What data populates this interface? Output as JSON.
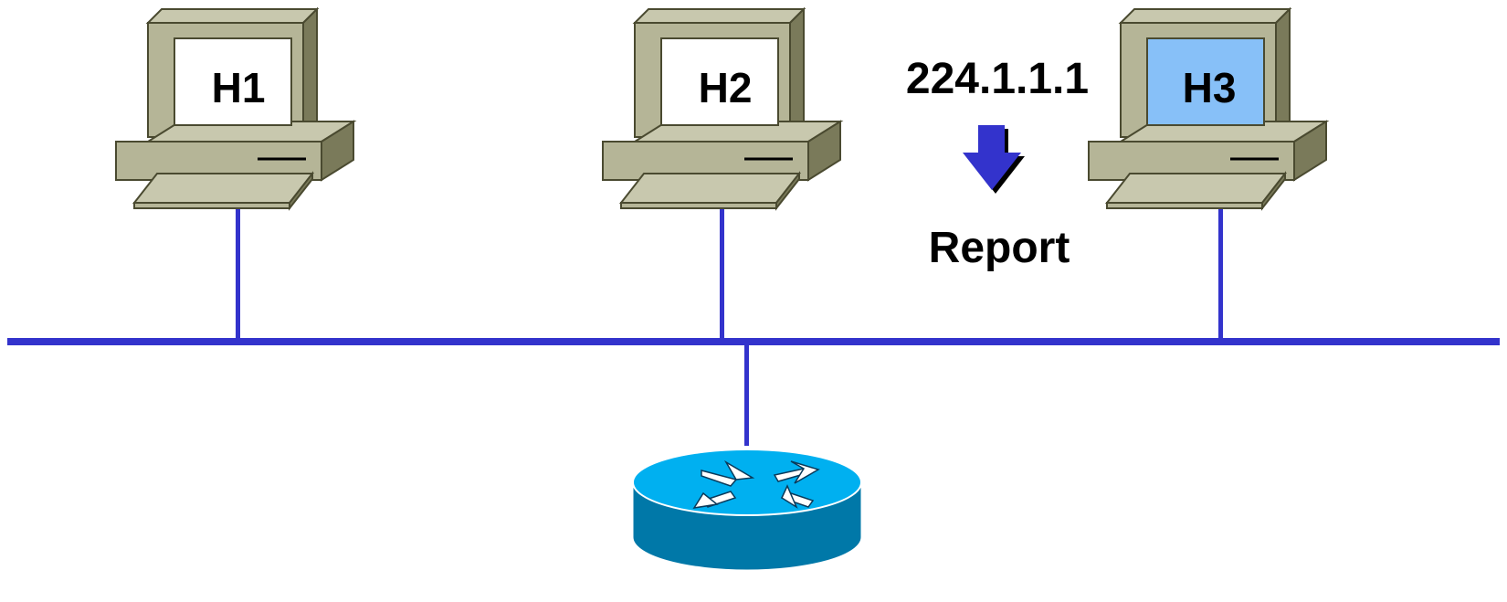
{
  "hosts": [
    {
      "label": "H1",
      "screen_color": "#ffffff",
      "highlighted": false
    },
    {
      "label": "H2",
      "screen_color": "#ffffff",
      "highlighted": false
    },
    {
      "label": "H3",
      "screen_color": "#87c0f8",
      "highlighted": true
    }
  ],
  "message": {
    "group_address": "224.1.1.1",
    "type": "Report",
    "arrow_color": "#3333cc"
  },
  "colors": {
    "bus": "#3333cc",
    "computer_body": "#b5b597",
    "computer_side": "#7a7a5a",
    "computer_top": "#c8c8ae",
    "router_top": "#00b0f0",
    "router_side": "#0078a8"
  },
  "icons": [
    "computer-icon",
    "router-icon",
    "down-arrow-icon"
  ]
}
